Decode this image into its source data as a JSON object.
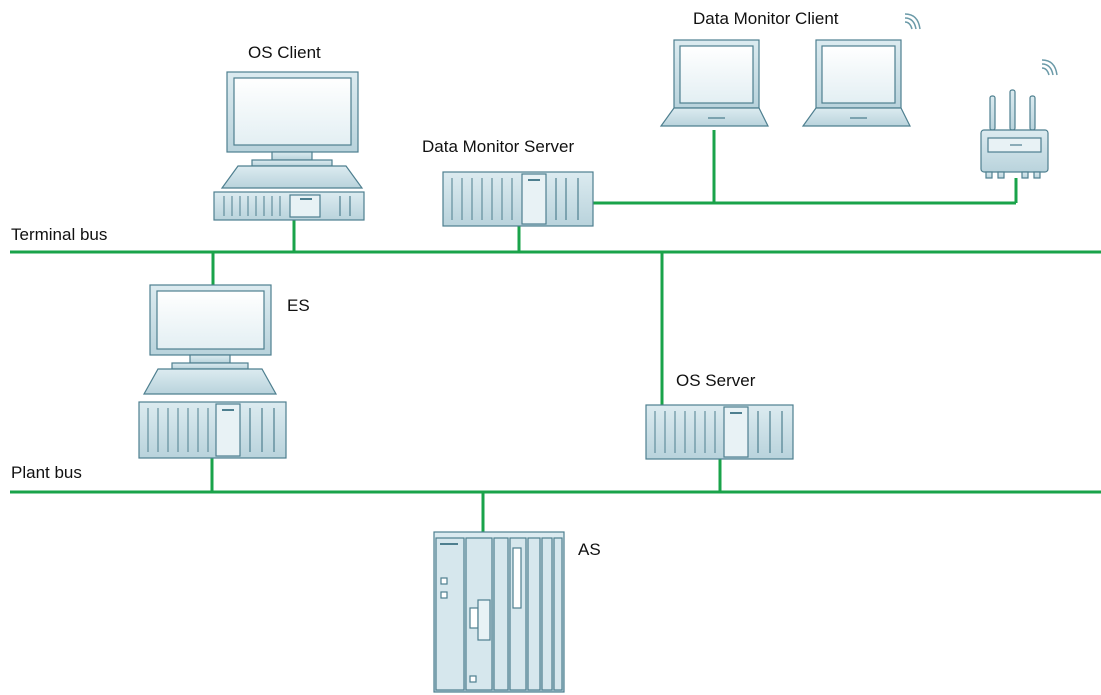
{
  "labels": {
    "os_client": "OS Client",
    "data_monitor_client": "Data Monitor Client",
    "data_monitor_server": "Data Monitor Server",
    "terminal_bus": "Terminal bus",
    "es": "ES",
    "os_server": "OS Server",
    "plant_bus": "Plant bus",
    "as": "AS"
  },
  "colors": {
    "bus": "#1aa34a",
    "device_fill": "#cfe3ea",
    "device_stroke": "#4e7f8f",
    "screen": "#f2f8fa"
  }
}
